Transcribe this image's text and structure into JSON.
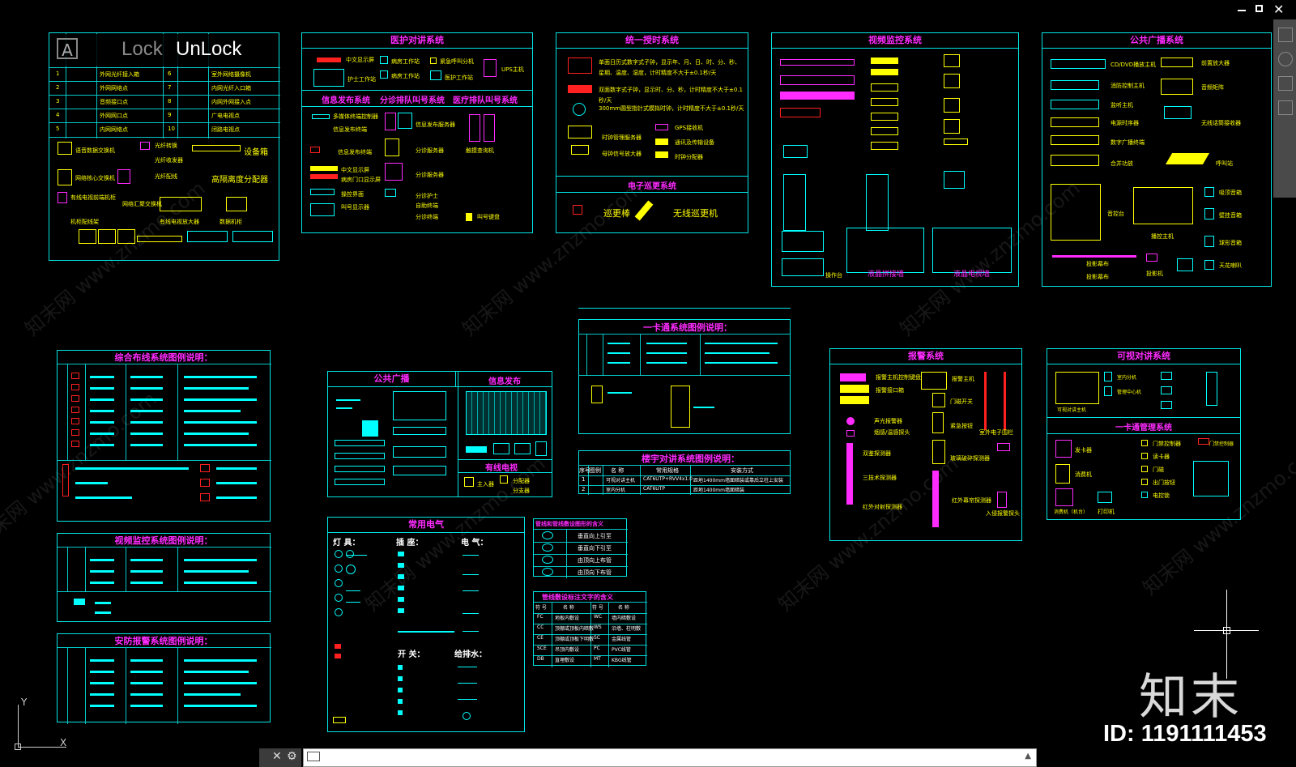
{
  "window": {
    "min_icon": "minimize-icon",
    "restore_icon": "restore-icon",
    "close_icon": "close-icon"
  },
  "lock": {
    "lock_label": "Lock",
    "unlock_label": "UnLock",
    "icon_letter": "A"
  },
  "watermark": {
    "brand": "知末",
    "id_text": "ID: 1191111453",
    "tile": "知末网 www.znzmo.com"
  },
  "axis": {
    "y": "Y",
    "x": "X"
  },
  "panels": {
    "yiliao": {
      "title": "医护对讲系统",
      "sub1": "信息发布系统",
      "sub2": "分诊排队叫号系统",
      "sub3": "医疗排队叫号系统",
      "labels": [
        "中文显示屏",
        "护士工作站",
        "病房工作站",
        "病房工作站",
        "紧急呼叫分机",
        "医护工作站",
        "UPS主机",
        "多媒体终端控制器",
        "信息发布终端",
        "信息发布服务器",
        "信息发布终端",
        "中文显示屏",
        "操控界面",
        "叫号显示器",
        "分诊终端",
        "分诊护士",
        "分诊服务器",
        "分诊服务器",
        "自助终端",
        "触摸查询机",
        "病房门口显示屏",
        "叫号键盘"
      ]
    },
    "tongyi": {
      "title": "统一授时系统",
      "sub1": "电子巡更系统",
      "lines": [
        "单面日历式数字式子钟，显示年、月、日、时、分、秒、星期、温度、湿度，计时精度不大于±0.1秒/天",
        "双面数字式子钟，显示时、分、秒，计时精度不大于±0.1秒/天",
        "300mm圆型指针式模拟时钟，计时精度不大于±0.1秒/天"
      ],
      "labels": [
        "时钟管理服务器",
        "GPS接收机",
        "母钟信号放大器",
        "通讯及传输设备",
        "时钟分配器"
      ],
      "patrol": [
        "巡更棒",
        "无线巡更机"
      ]
    },
    "shipin": {
      "title": "视频监控系统",
      "labels": [
        "液晶拼接墙",
        "液晶电视墙",
        "操作台"
      ]
    },
    "guangbo": {
      "title": "公共广播系统",
      "labels": [
        "CD/DVD播放主机",
        "消防控制主机",
        "监听主机",
        "电源时序器",
        "数字广播终端",
        "合并功放",
        "音控台",
        "前置放大器",
        "音频矩阵",
        "无线话筒接收器",
        "呼叫站",
        "播控主机",
        "投影幕布",
        "投影幕布",
        "投影机",
        "吸顶音箱",
        "壁挂音箱",
        "球形音箱",
        "天花喇叭"
      ]
    },
    "left_top": {
      "rows": [
        [
          "1",
          "外网光纤接入箱",
          "6",
          "室外网络摄像机"
        ],
        [
          "2",
          "外网网络点",
          "7",
          "内网光纤入口箱"
        ],
        [
          "3",
          "音频接口点",
          "8",
          "内网外网接入点"
        ],
        [
          "4",
          "外网网口点",
          "9",
          "广电电视点"
        ],
        [
          "5",
          "内网网络点",
          "10",
          "闭路电视点"
        ]
      ],
      "labels": [
        "语音数据交换机",
        "光纤转换",
        "光纤收发器",
        "网络核心交换机",
        "光纤配线",
        "有线电视前端机柜",
        "网络汇聚交换机",
        "有线电视放大器",
        "机柜配线架",
        "数据机柜",
        "设备箱",
        "高隔离度分配器"
      ]
    },
    "zonghe": {
      "title": "综合布线系统图例说明："
    },
    "shipinlegend": {
      "title": "视频监控系统图例说明："
    },
    "anfang": {
      "title": "安防报警系统图例说明："
    },
    "gonggong": {
      "title": "公共广播",
      "sub1": "信息发布",
      "sub2": "有线电视",
      "labels": [
        "主入器",
        "分配器",
        "分支器"
      ]
    },
    "yikatong_legend": {
      "title": "一卡通系统图例说明："
    },
    "louyu": {
      "title": "楼宇对讲系统图例说明：",
      "headers": [
        "序号",
        "图例",
        "名 称",
        "常用规格",
        "安装方式"
      ],
      "rows": [
        [
          "1",
          "",
          "可视对讲主机",
          "CAT6UTP+RVV4x1.0",
          "距地1400mm墙面暗装或靠后立柱上安装"
        ],
        [
          "2",
          "",
          "室内分机",
          "CAT6UTP",
          "距地1400mm墙面暗装"
        ]
      ]
    },
    "changyong": {
      "title": "常用电气",
      "col1": "灯 具：",
      "col2": "插 座：",
      "col3": "电 气：",
      "col4": "开 关：",
      "col5": "给排水："
    },
    "guanxian": {
      "title": "管线敷设标注文字的含义",
      "headers": [
        "符 号",
        "名 称",
        "符 号",
        "名 称"
      ],
      "rows": [
        [
          "FC",
          "地板内敷设",
          "WC",
          "墙内暗敷设"
        ],
        [
          "CC",
          "顶棚或顶板内暗敷",
          "WS",
          "沿墙、柱明敷"
        ],
        [
          "CE",
          "顶棚或顶板下明敷",
          "SC",
          "金属线管"
        ],
        [
          "SCE",
          "吊顶内敷设",
          "PC",
          "PVC线管"
        ],
        [
          "DB",
          "直埋敷设",
          "MT",
          "KBG线管"
        ]
      ]
    },
    "guanxian_sym": {
      "title": "管线和管线敷设图形的含义",
      "rows": [
        "垂直向上引至",
        "垂直向下引至",
        "由顶向上布管",
        "由顶向下布管"
      ]
    },
    "baojing": {
      "title": "报警系统",
      "labels": [
        "报警主机控制键盘",
        "报警主机",
        "报警接口箱",
        "声光报警器",
        "烟感/温感探头",
        "红外对射探测器",
        "室外电子围栏",
        "门磁开关",
        "玻璃破碎探测器",
        "紧急按钮",
        "双鉴探测器",
        "三技术探测器",
        "红外幕帘探测器",
        "入侵报警探头"
      ]
    },
    "keshi": {
      "title": "可视对讲系统",
      "sub1": "一卡通管理系统",
      "labels": [
        "可视对讲主机",
        "室内分机",
        "管理中心机",
        "门禁控制器",
        "读卡器",
        "门磁",
        "出门按钮",
        "电控锁",
        "发卡器",
        "消费机",
        "打印机",
        "消费机（机台）"
      ]
    }
  },
  "cmd": {
    "placeholder": ""
  }
}
